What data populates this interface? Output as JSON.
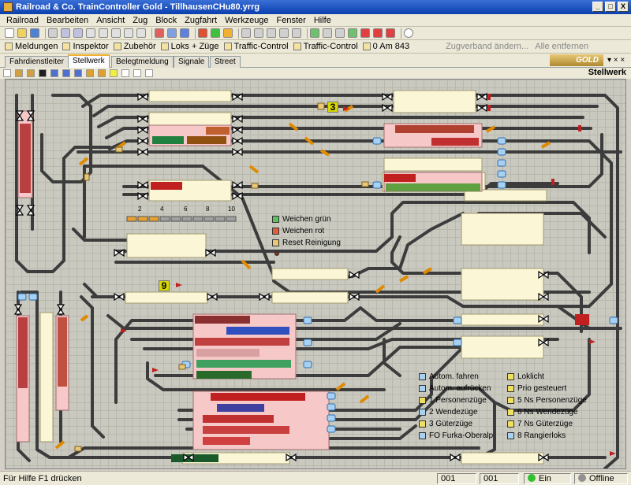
{
  "window": {
    "title": "Railroad & Co. TrainController Gold - TillhausenCHu80.yrrg",
    "min": "_",
    "max": "□",
    "close": "X"
  },
  "menu": [
    "Railroad",
    "Bearbeiten",
    "Ansicht",
    "Zug",
    "Block",
    "Zugfahrt",
    "Werkzeuge",
    "Fenster",
    "Hilfe"
  ],
  "toolbar2": {
    "items": [
      "Meldungen",
      "Inspektor",
      "Zubehör",
      "Loks + Züge",
      "Traffic-Control",
      "Traffic-Control",
      "0 Am 843"
    ],
    "zugverband": "Zugverband ändern...",
    "alle": "Alle entfernen"
  },
  "tabs": [
    "Fahrdienstleiter",
    "Stellwerk",
    "Belegtmeldung",
    "Signale",
    "Street"
  ],
  "gold_label": "GOLD",
  "panel_title": "Stellwerk",
  "canvas": {
    "block_numbers": [
      "2",
      "4",
      "6",
      "8",
      "10"
    ],
    "badges": [
      "3",
      "9"
    ],
    "legend_switch": [
      "Weichen grün",
      "Weichen rot",
      "Reset Reinigung"
    ],
    "legend_modes": [
      "Autom. fahren",
      "Autom. aufrücken",
      "1 Personenzüge",
      "2 Wendezüge",
      "3 Güterzüge",
      "FO Furka-Oberalp"
    ],
    "legend_modes2": [
      "Loklicht",
      "Prio gesteuert",
      "5 Ns Personenzüge",
      "6 Ns Wendezüge",
      "7 Ns Güterzüge",
      "8 Rangierloks"
    ]
  },
  "colors": {
    "track": "#3c3c3c",
    "block": "#fbf6d6",
    "occupied": "#f7c8c8",
    "switch": "#e08a00"
  },
  "status": {
    "help": "Für Hilfe F1 drücken",
    "c1": "001",
    "c2": "001",
    "ein": "Ein",
    "offline": "Offline"
  }
}
